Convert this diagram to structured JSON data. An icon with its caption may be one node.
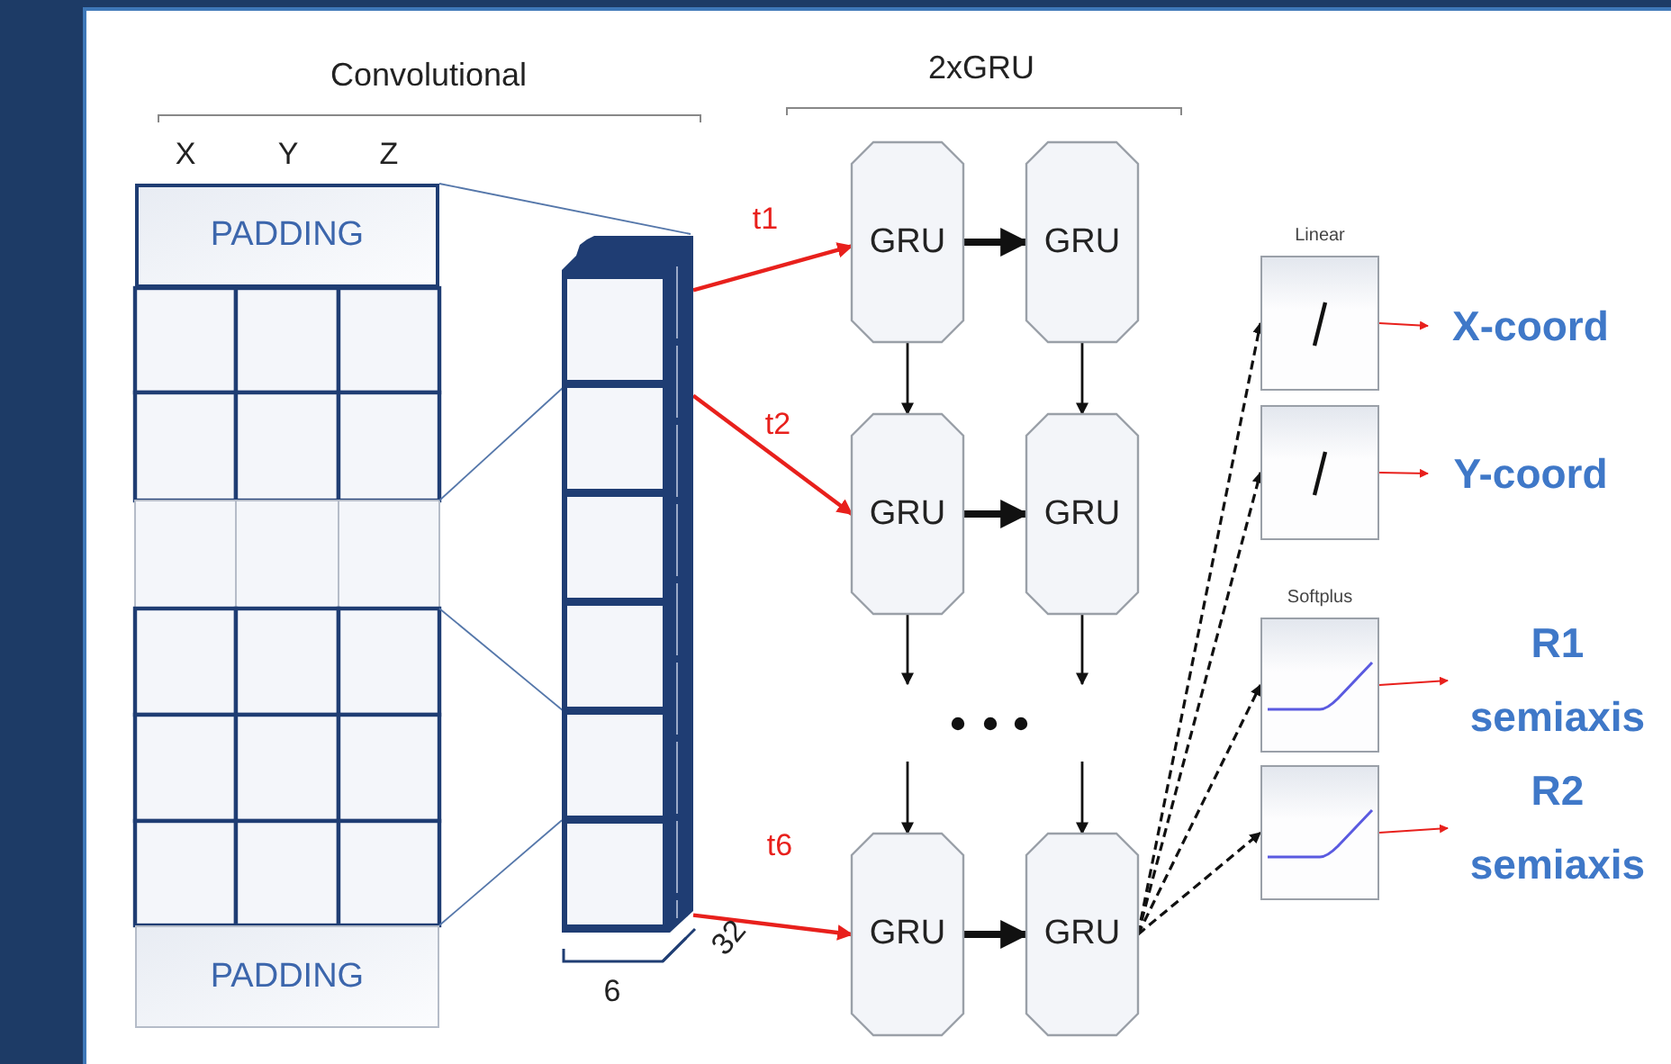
{
  "diagram": {
    "nodes": [
      {
        "text": [
          "PADDING"
        ]
      },
      {
        "text": [
          "PADDING"
        ]
      },
      {
        "text": [],
        "shape": "box"
      },
      {
        "text": [
          "GRU"
        ]
      },
      {
        "text": [
          "GRU"
        ]
      },
      {
        "text": [
          "GRU"
        ]
      },
      {
        "text": [
          "GRU"
        ]
      },
      {
        "text": [
          "GRU"
        ]
      },
      {
        "text": [
          "GRU"
        ]
      },
      {
        "text": [],
        "shape": "box"
      },
      {
        "text": [],
        "shape": "box"
      },
      {
        "text": [],
        "shape": "box"
      },
      {
        "text": [],
        "shape": "box"
      },
      {
        "text": [
          "X-coord"
        ]
      },
      {
        "text": [
          "Y-coord"
        ]
      },
      {
        "text": [
          "R1 semiaxis"
        ]
      },
      {
        "text": [
          "R2 semiaxis"
        ]
      }
    ],
    "edges": [
      {
        "from": 2,
        "to": 3,
        "arrow": "to",
        "label": "t1",
        "color": "#e8201c"
      },
      {
        "from": 2,
        "to": 5,
        "arrow": "to",
        "label": "t2",
        "color": "#e8201c"
      },
      {
        "from": 2,
        "to": 7,
        "arrow": "to",
        "label": "t6",
        "color": "#e8201c"
      },
      {
        "from": 3,
        "to": 4,
        "arrow": "to",
        "style": "thick"
      },
      {
        "from": 5,
        "to": 6,
        "arrow": "to",
        "style": "thick"
      },
      {
        "from": 7,
        "to": 8,
        "arrow": "to",
        "style": "thick"
      },
      {
        "from": 3,
        "to": 5,
        "arrow": "to"
      },
      {
        "from": 4,
        "to": 6,
        "arrow": "to"
      },
      {
        "from": 5,
        "to": null,
        "arrow": "to"
      },
      {
        "from": 6,
        "to": null,
        "arrow": "to"
      },
      {
        "from": null,
        "to": 7,
        "arrow": "to"
      },
      {
        "from": null,
        "to": 8,
        "arrow": "to"
      },
      {
        "from": 8,
        "to": 9,
        "arrow": "to",
        "style": "dashed"
      },
      {
        "from": 8,
        "to": 10,
        "arrow": "to",
        "style": "dashed"
      },
      {
        "from": 8,
        "to": 11,
        "arrow": "to",
        "style": "dashed"
      },
      {
        "from": 8,
        "to": 12,
        "arrow": "to",
        "style": "dashed"
      },
      {
        "from": 9,
        "to": 13,
        "arrow": "to",
        "color": "#e8201c"
      },
      {
        "from": 10,
        "to": 14,
        "arrow": "to",
        "color": "#e8201c"
      },
      {
        "from": 11,
        "to": 15,
        "arrow": "to",
        "color": "#e8201c"
      },
      {
        "from": 12,
        "to": 16,
        "arrow": "to",
        "color": "#e8201c"
      },
      {
        "from": 0,
        "to": 2,
        "arrow": "none",
        "color": "#5577aa"
      },
      {
        "from": 1,
        "to": 2,
        "arrow": "none",
        "color": "#5577aa"
      }
    ],
    "labels": [
      "Convolutional",
      "2xGRU",
      "X",
      "Y",
      "Z",
      "6",
      "32",
      "Linear",
      "Softplus"
    ]
  }
}
